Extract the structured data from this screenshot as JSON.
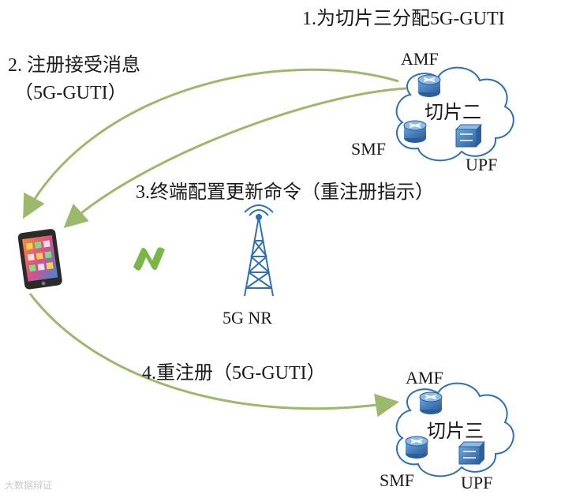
{
  "steps": {
    "step1": "1.为切片三分配5G-GUTI",
    "step2_line1": "2. 注册接受消息",
    "step2_line2": "（5G-GUTI）",
    "step3": "3.终端配置更新命令（重注册指示）",
    "step4": "4.重注册（5G-GUTI）"
  },
  "slice_top": {
    "amf": "AMF",
    "smf": "SMF",
    "upf": "UPF",
    "name": "切片二"
  },
  "slice_bottom": {
    "amf": "AMF",
    "smf": "SMF",
    "upf": "UPF",
    "name": "切片三"
  },
  "base_station": {
    "label": "5G NR"
  },
  "watermark": "大数据辩证",
  "colors": {
    "arrow": "#9cb86a",
    "cloud_stroke": "#2f6fb3",
    "router_fill": "#3f7fc4",
    "tower": "#2f6fb3",
    "nr_logo": "#7ab648"
  }
}
